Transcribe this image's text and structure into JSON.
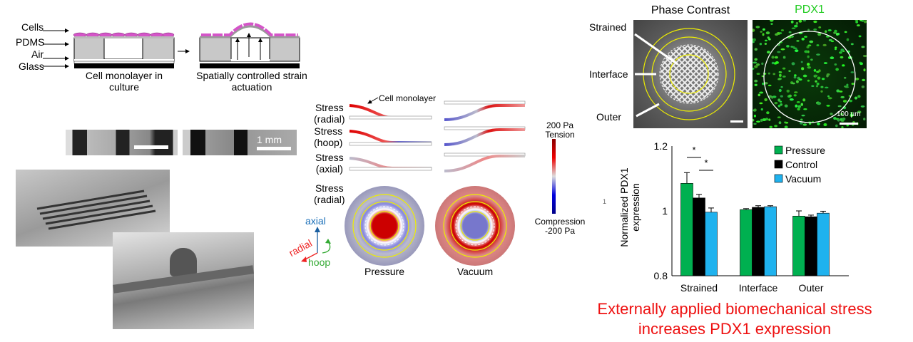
{
  "schematic": {
    "layer_labels": [
      "Cells",
      "PDMS",
      "Air",
      "Glass"
    ],
    "caption_left": [
      "Cell monolayer in",
      "culture"
    ],
    "caption_right": [
      "Spatially controlled strain",
      "actuation"
    ]
  },
  "photos": {
    "scale_bar_label": "1 mm"
  },
  "simulation": {
    "cell_monolayer_label": "Cell monolayer",
    "rows": [
      {
        "l1": "Stress",
        "l2": "(radial)"
      },
      {
        "l1": "Stress",
        "l2": "(hoop)"
      },
      {
        "l1": "Stress",
        "l2": "(axial)"
      },
      {
        "l1": "Stress",
        "l2": "(radial)"
      }
    ],
    "axes": {
      "axial": "axial",
      "radial": "radial",
      "hoop": "hoop"
    },
    "disc_labels": [
      "Pressure",
      "Vacuum"
    ],
    "colorbar": {
      "top1": "200 Pa",
      "top2": "Tension",
      "bottom1": "Compression",
      "bottom2": "-200 Pa"
    },
    "stray_tick": "1"
  },
  "microscopy": {
    "phase_title": "Phase Contrast",
    "pdx1_title": "PDX1",
    "region_labels": [
      "Strained",
      "Interface",
      "Outer"
    ],
    "scale_bar_label": "100 µm"
  },
  "chart_data": {
    "type": "bar",
    "categories": [
      "Strained",
      "Interface",
      "Outer"
    ],
    "ylabel": "Normalized PDX1 expression",
    "ylabel_lines": [
      "Normalized PDX1",
      "expression"
    ],
    "ylim": [
      0.8,
      1.2
    ],
    "yticks": [
      "0.8",
      "1",
      "1.2"
    ],
    "ytick_values": [
      0.8,
      1.0,
      1.2
    ],
    "legend_position": "top-right",
    "series": [
      {
        "name": "Pressure",
        "color": "#00b050",
        "values": [
          1.085,
          1.004,
          0.984
        ],
        "errors": [
          0.033,
          0.003,
          0.016
        ]
      },
      {
        "name": "Control",
        "color": "#000000",
        "values": [
          1.04,
          1.011,
          0.982
        ],
        "errors": [
          0.011,
          0.005,
          0.005
        ]
      },
      {
        "name": "Vacuum",
        "color": "#1fb2ee",
        "values": [
          0.996,
          1.013,
          0.993
        ],
        "errors": [
          0.013,
          0.003,
          0.006
        ]
      }
    ],
    "significance": [
      {
        "label": "*",
        "between": [
          "Pressure",
          "Control"
        ],
        "category": "Strained"
      },
      {
        "label": "*",
        "between": [
          "Control",
          "Vacuum"
        ],
        "category": "Strained"
      }
    ]
  },
  "conclusion": [
    "Externally applied biomechanical stress",
    "increases PDX1 expression"
  ],
  "colors": {
    "conclusion": "#ee1111",
    "pdx1": "#22cc22"
  }
}
